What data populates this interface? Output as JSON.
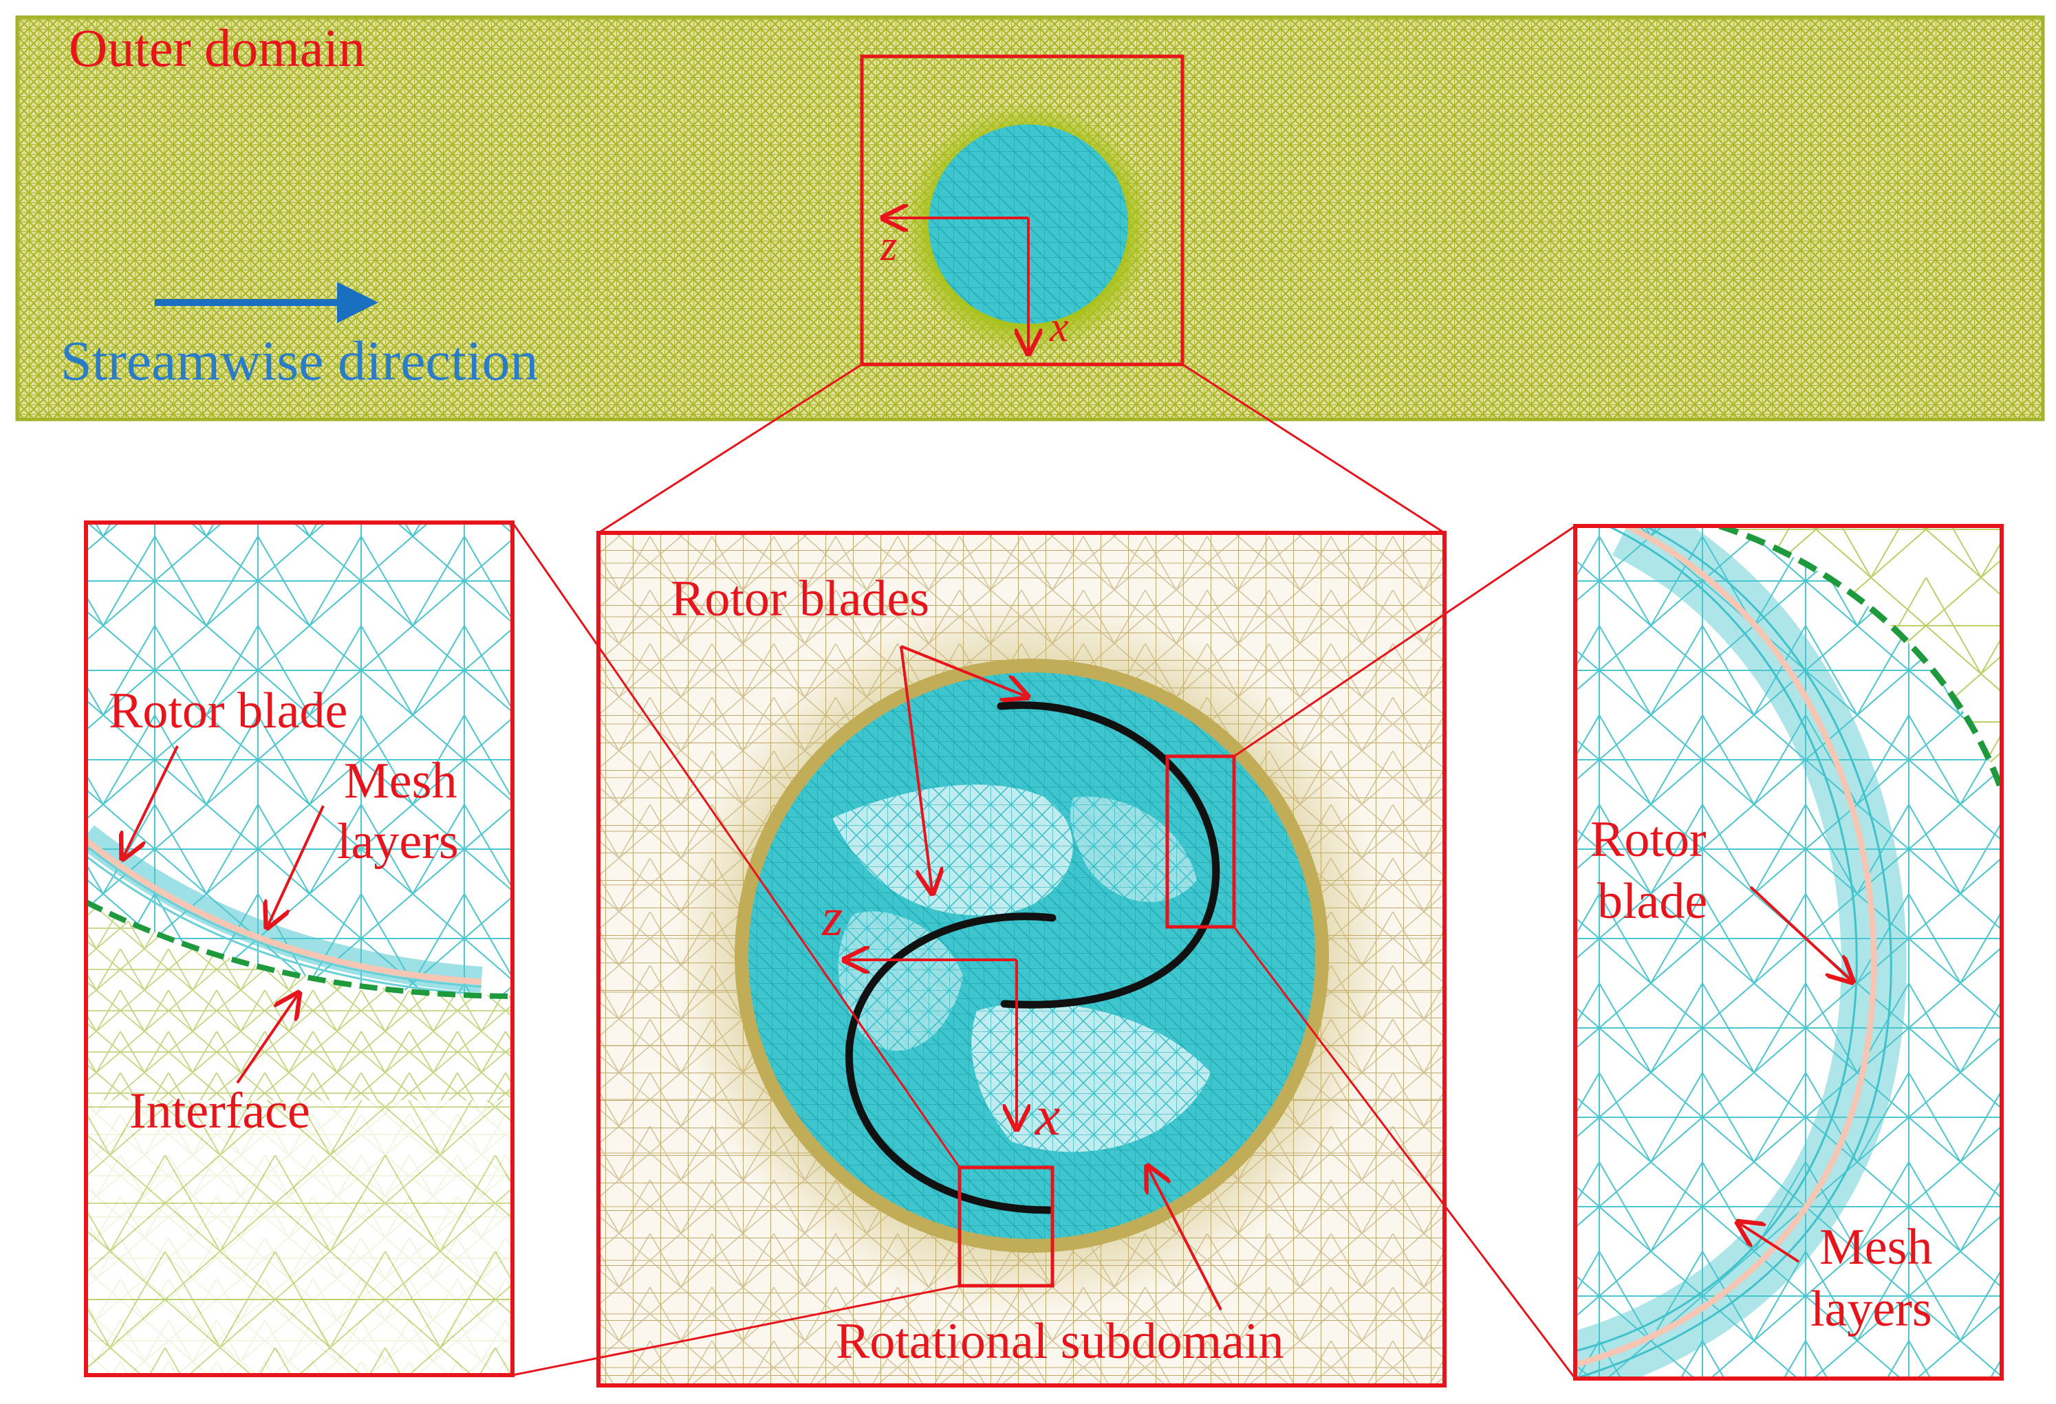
{
  "labels": {
    "outer_domain": "Outer domain",
    "streamwise_direction": "Streamwise direction",
    "axis_z": "z",
    "axis_x": "x",
    "rotor_blades": "Rotor blades",
    "rotational_subdomain": "Rotational subdomain",
    "left_rotor_blade": "Rotor blade",
    "left_mesh": "Mesh",
    "left_layers": "layers",
    "interface": "Interface",
    "right_rotor": "Rotor",
    "right_blade": "blade",
    "right_mesh": "Mesh",
    "right_layers": "layers"
  },
  "colors": {
    "outer_mesh": "#a8b829",
    "outer_mesh_light": "#cfd17a",
    "rotational_mesh": "#2bbcc6",
    "rotational_mesh_light": "#7fd8de",
    "inner_outer_mesh": "#b5a15c",
    "interface_line": "#1e9a3c",
    "blade": "#111111",
    "callout": "#e8141c",
    "streamwise_arrow": "#1a6fc0",
    "blade_surface": "#f4c6b3"
  }
}
